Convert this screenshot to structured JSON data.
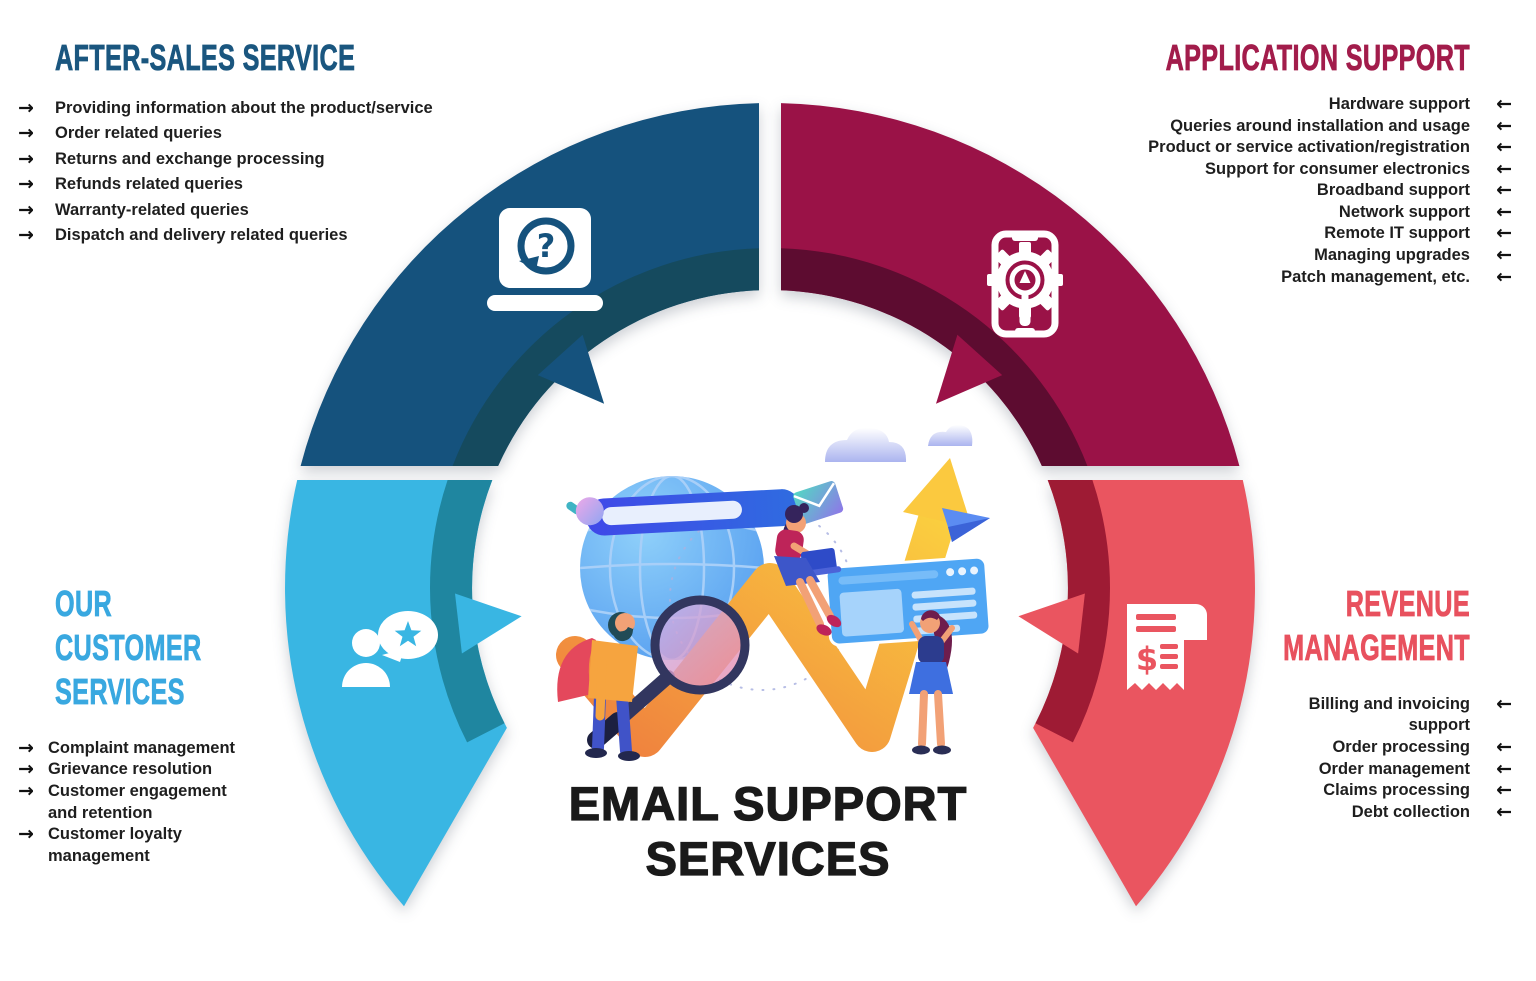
{
  "center": {
    "title": "EMAIL SUPPORT SERVICES"
  },
  "glyphs": {
    "arrow_right": "→",
    "arrow_left": "←"
  },
  "sections": {
    "after_sales": {
      "title": "AFTER-SALES SERVICE",
      "color": "#1A567F",
      "items": [
        "Providing information about the product/service",
        "Order related queries",
        "Returns and exchange processing",
        "Refunds related queries",
        "Warranty-related queries",
        "Dispatch and delivery related queries"
      ]
    },
    "application_support": {
      "title": "APPLICATION SUPPORT",
      "color": "#A21C4B",
      "items": [
        "Hardware support",
        "Queries around installation and usage",
        "Product or service activation/registration",
        "Support for consumer electronics",
        "Broadband support",
        "Network support",
        "Remote IT support",
        "Managing upgrades",
        "Patch management, etc."
      ]
    },
    "customer_services": {
      "title": "OUR CUSTOMER\nSERVICES",
      "color": "#39A8E0",
      "items": [
        "Complaint management",
        "Grievance resolution",
        "Customer engagement and retention",
        "Customer loyalty management"
      ]
    },
    "revenue_management": {
      "title": "REVENUE\nMANAGEMENT",
      "color": "#E8515E",
      "items": [
        "Billing and invoicing support",
        "Order processing",
        "Order management",
        "Claims processing",
        "Debt collection"
      ]
    }
  },
  "ring": {
    "colors": {
      "after_sales": "#15527D",
      "after_sales_dark": "#154A5E",
      "application_support": "#9A1247",
      "application_support_dark": "#5D0C30",
      "customer_services": "#39B6E3",
      "customer_services_dark": "#1F86A0",
      "revenue_management": "#EA5560",
      "revenue_management_dark": "#9E1B34"
    },
    "icons": {
      "after_sales": "laptop-question-icon",
      "application_support": "phone-tools-icon",
      "customer_services": "customer-feedback-icon",
      "revenue_management": "invoice-icon"
    }
  }
}
